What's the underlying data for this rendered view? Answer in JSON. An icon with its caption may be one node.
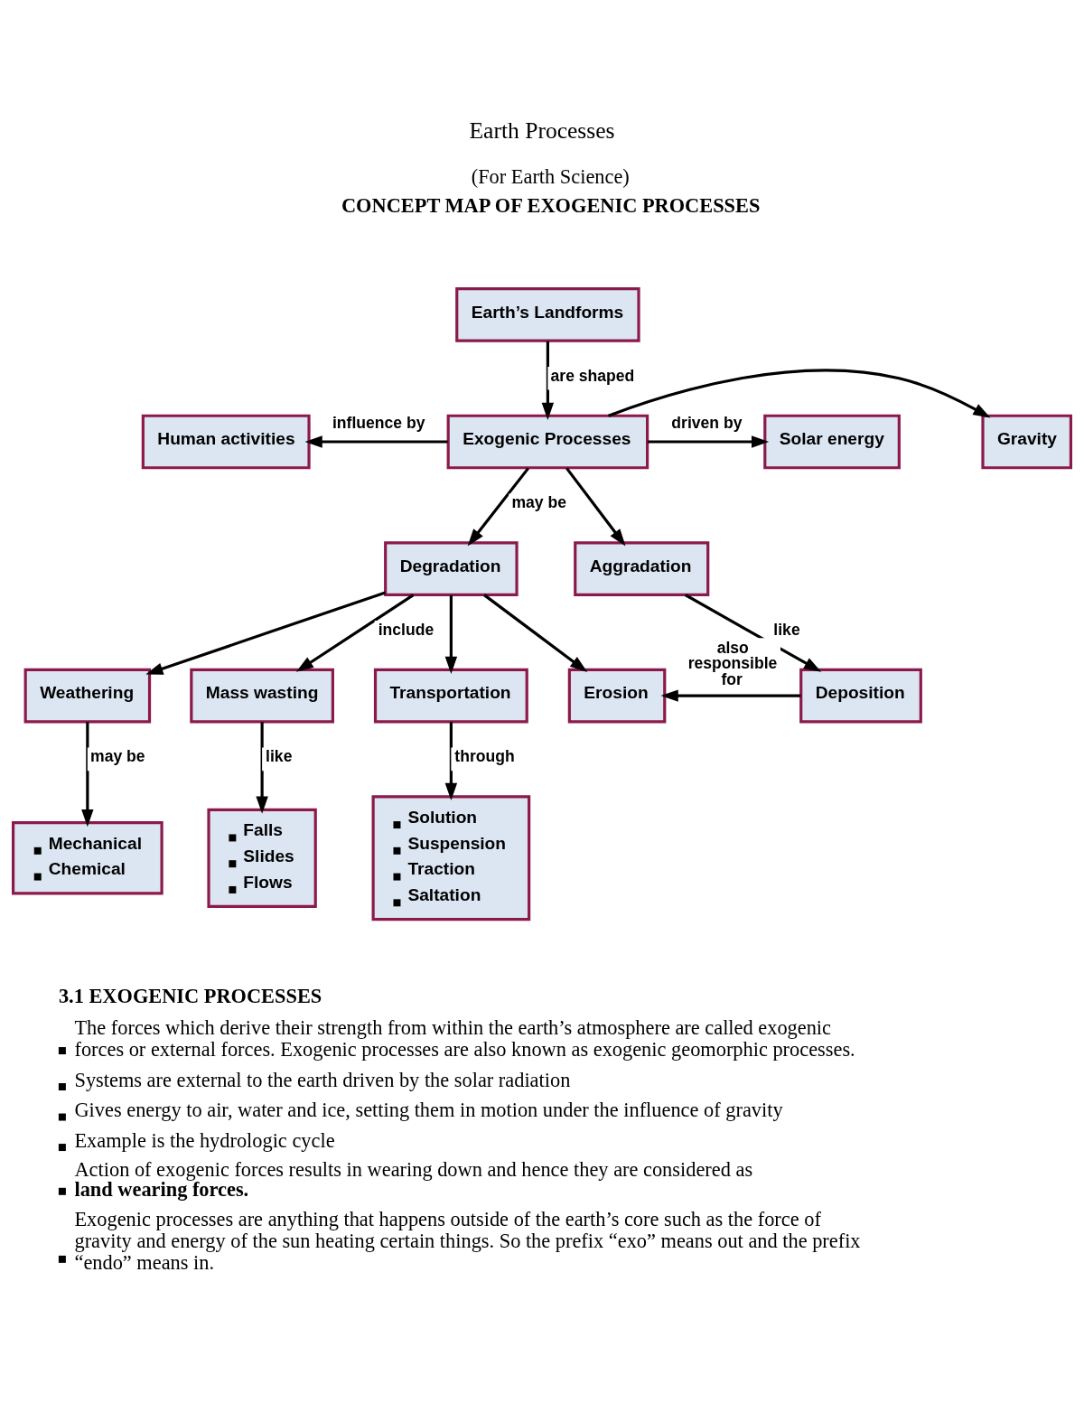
{
  "diagram": {
    "title": "Earth Processes",
    "nodes": [
      {
        "text": [
          "Earth’s Landforms"
        ]
      },
      {
        "text": [
          "Human activities"
        ]
      },
      {
        "text": [
          "Exogenic Processes"
        ]
      },
      {
        "text": [
          "Solar energy"
        ]
      },
      {
        "text": [
          "Gravity"
        ]
      },
      {
        "text": [
          "Degradation"
        ]
      },
      {
        "text": [
          "Aggradation"
        ]
      },
      {
        "text": [
          "Weathering"
        ]
      },
      {
        "text": [
          "Mass wasting"
        ]
      },
      {
        "text": [
          "Transportation"
        ]
      },
      {
        "text": [
          "Erosion"
        ]
      },
      {
        "text": [
          "Deposition"
        ]
      },
      {
        "text": [
          "Mechanical",
          "Chemical"
        ]
      },
      {
        "text": [
          "Falls",
          "Slides",
          "Flows"
        ]
      },
      {
        "text": [
          "Solution",
          "Suspension",
          "Traction",
          "Saltation"
        ]
      }
    ],
    "edges": [
      {
        "from": 0,
        "to": 2,
        "arrow": "to",
        "label": "are shaped"
      },
      {
        "from": 2,
        "to": 1,
        "arrow": "to",
        "label": "influence by"
      },
      {
        "from": 2,
        "to": 3,
        "arrow": "to",
        "label": "driven by"
      },
      {
        "from": 2,
        "to": 4,
        "arrow": "to"
      },
      {
        "from": 2,
        "to": 5,
        "arrow": "to",
        "label": "may be"
      },
      {
        "from": 2,
        "to": 6,
        "arrow": "to"
      },
      {
        "from": 5,
        "to": 7,
        "arrow": "to"
      },
      {
        "from": 5,
        "to": 8,
        "arrow": "to",
        "label": "include"
      },
      {
        "from": 5,
        "to": 9,
        "arrow": "to"
      },
      {
        "from": 5,
        "to": 10,
        "arrow": "to"
      },
      {
        "from": 6,
        "to": 11,
        "arrow": "to",
        "label": "like"
      },
      {
        "from": 7,
        "to": 12,
        "arrow": "to",
        "label": "may be"
      },
      {
        "from": 8,
        "to": 13,
        "arrow": "to",
        "label": "like"
      },
      {
        "from": 9,
        "to": 14,
        "arrow": "to",
        "label": "through"
      },
      {
        "from": 11,
        "to": 10,
        "arrow": "to",
        "label": "also responsible for"
      }
    ],
    "labels": [
      "(For Earth Science)",
      "CONCEPT MAP OF EXOGENIC PROCESSES",
      "3.1 EXOGENIC PROCESSES",
      "The forces which derive their strength from within the earth’s atmosphere are called exogenic forces or external forces. Exogenic processes are also known as exogenic geomorphic processes.",
      "Systems are external to the earth driven by the solar radiation",
      "Gives energy to air, water and ice, setting them in motion under the influence of gravity",
      "Example is the hydrologic cycle",
      "Action of exogenic forces results in wearing down and hence they are considered as **land wearing forces.**",
      "Exogenic processes are anything that happens outside of the earth’s core such as the force of gravity and energy of the sun heating certain things. So the prefix “exo” means out and the prefix “endo” means in."
    ]
  }
}
